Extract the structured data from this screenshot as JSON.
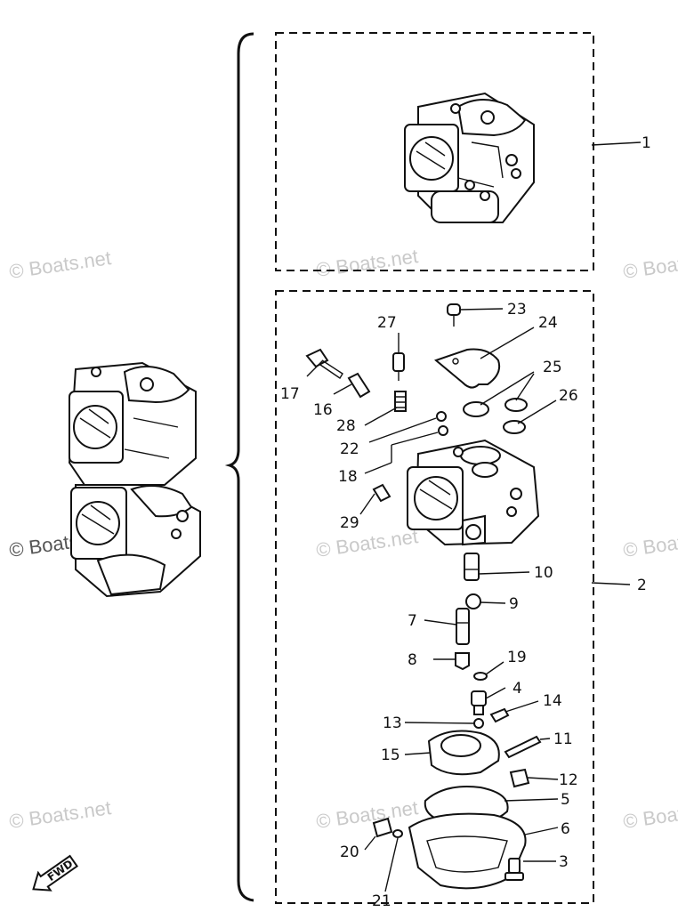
{
  "watermark": {
    "text": "© Boats.net"
  },
  "callouts": {
    "c1": "1",
    "c2": "2",
    "c3": "3",
    "c4": "4",
    "c5": "5",
    "c6": "6",
    "c7": "7",
    "c8": "8",
    "c9": "9",
    "c10": "10",
    "c11": "11",
    "c12": "12",
    "c13": "13",
    "c14": "14",
    "c15": "15",
    "c16": "16",
    "c17": "17",
    "c18": "18",
    "c19": "19",
    "c20": "20",
    "c21": "21",
    "c22": "22",
    "c23": "23",
    "c24": "24",
    "c25": "25",
    "c26": "26",
    "c27": "27",
    "c28": "28",
    "c29": "29"
  },
  "fwd_arrow": {
    "label": "FWD"
  }
}
